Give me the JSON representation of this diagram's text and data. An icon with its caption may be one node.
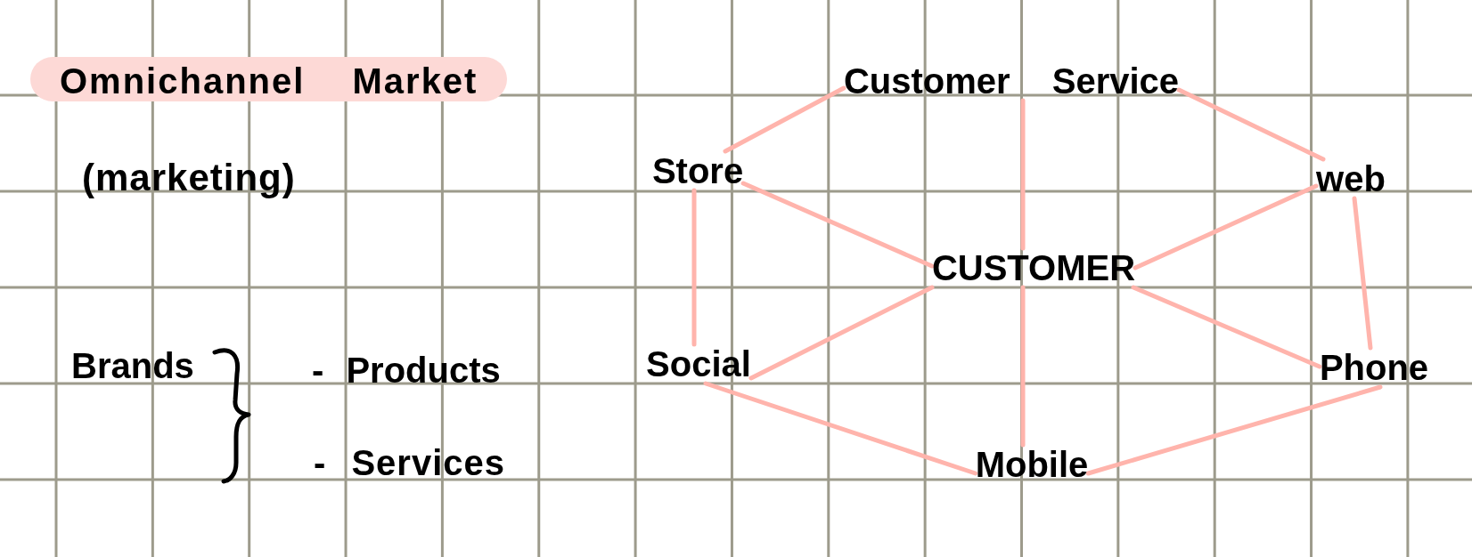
{
  "diagram": {
    "title": "Omnichannel Market",
    "nodes": [
      {
        "text": [
          "Customer Service"
        ]
      },
      {
        "text": [
          "Store"
        ]
      },
      {
        "text": [
          "web"
        ]
      },
      {
        "text": [
          "CUSTOMER"
        ]
      },
      {
        "text": [
          "Social"
        ]
      },
      {
        "text": [
          "Phone"
        ]
      },
      {
        "text": [
          "Mobile"
        ]
      }
    ],
    "edges": [
      {
        "from": 0,
        "to": 1,
        "arrow": "none"
      },
      {
        "from": 0,
        "to": 2,
        "arrow": "none"
      },
      {
        "from": 0,
        "to": 3,
        "arrow": "none"
      },
      {
        "from": 1,
        "to": 3,
        "arrow": "none"
      },
      {
        "from": 1,
        "to": 4,
        "arrow": "none"
      },
      {
        "from": 2,
        "to": 3,
        "arrow": "none"
      },
      {
        "from": 2,
        "to": 5,
        "arrow": "none"
      },
      {
        "from": 3,
        "to": 4,
        "arrow": "none"
      },
      {
        "from": 3,
        "to": 6,
        "arrow": "none"
      },
      {
        "from": 3,
        "to": 5,
        "arrow": "none"
      },
      {
        "from": 4,
        "to": 6,
        "arrow": "none"
      },
      {
        "from": 5,
        "to": 6,
        "arrow": "none"
      }
    ],
    "labels": [
      "(marketing)",
      "Brands",
      "- Products",
      "- Services"
    ]
  }
}
